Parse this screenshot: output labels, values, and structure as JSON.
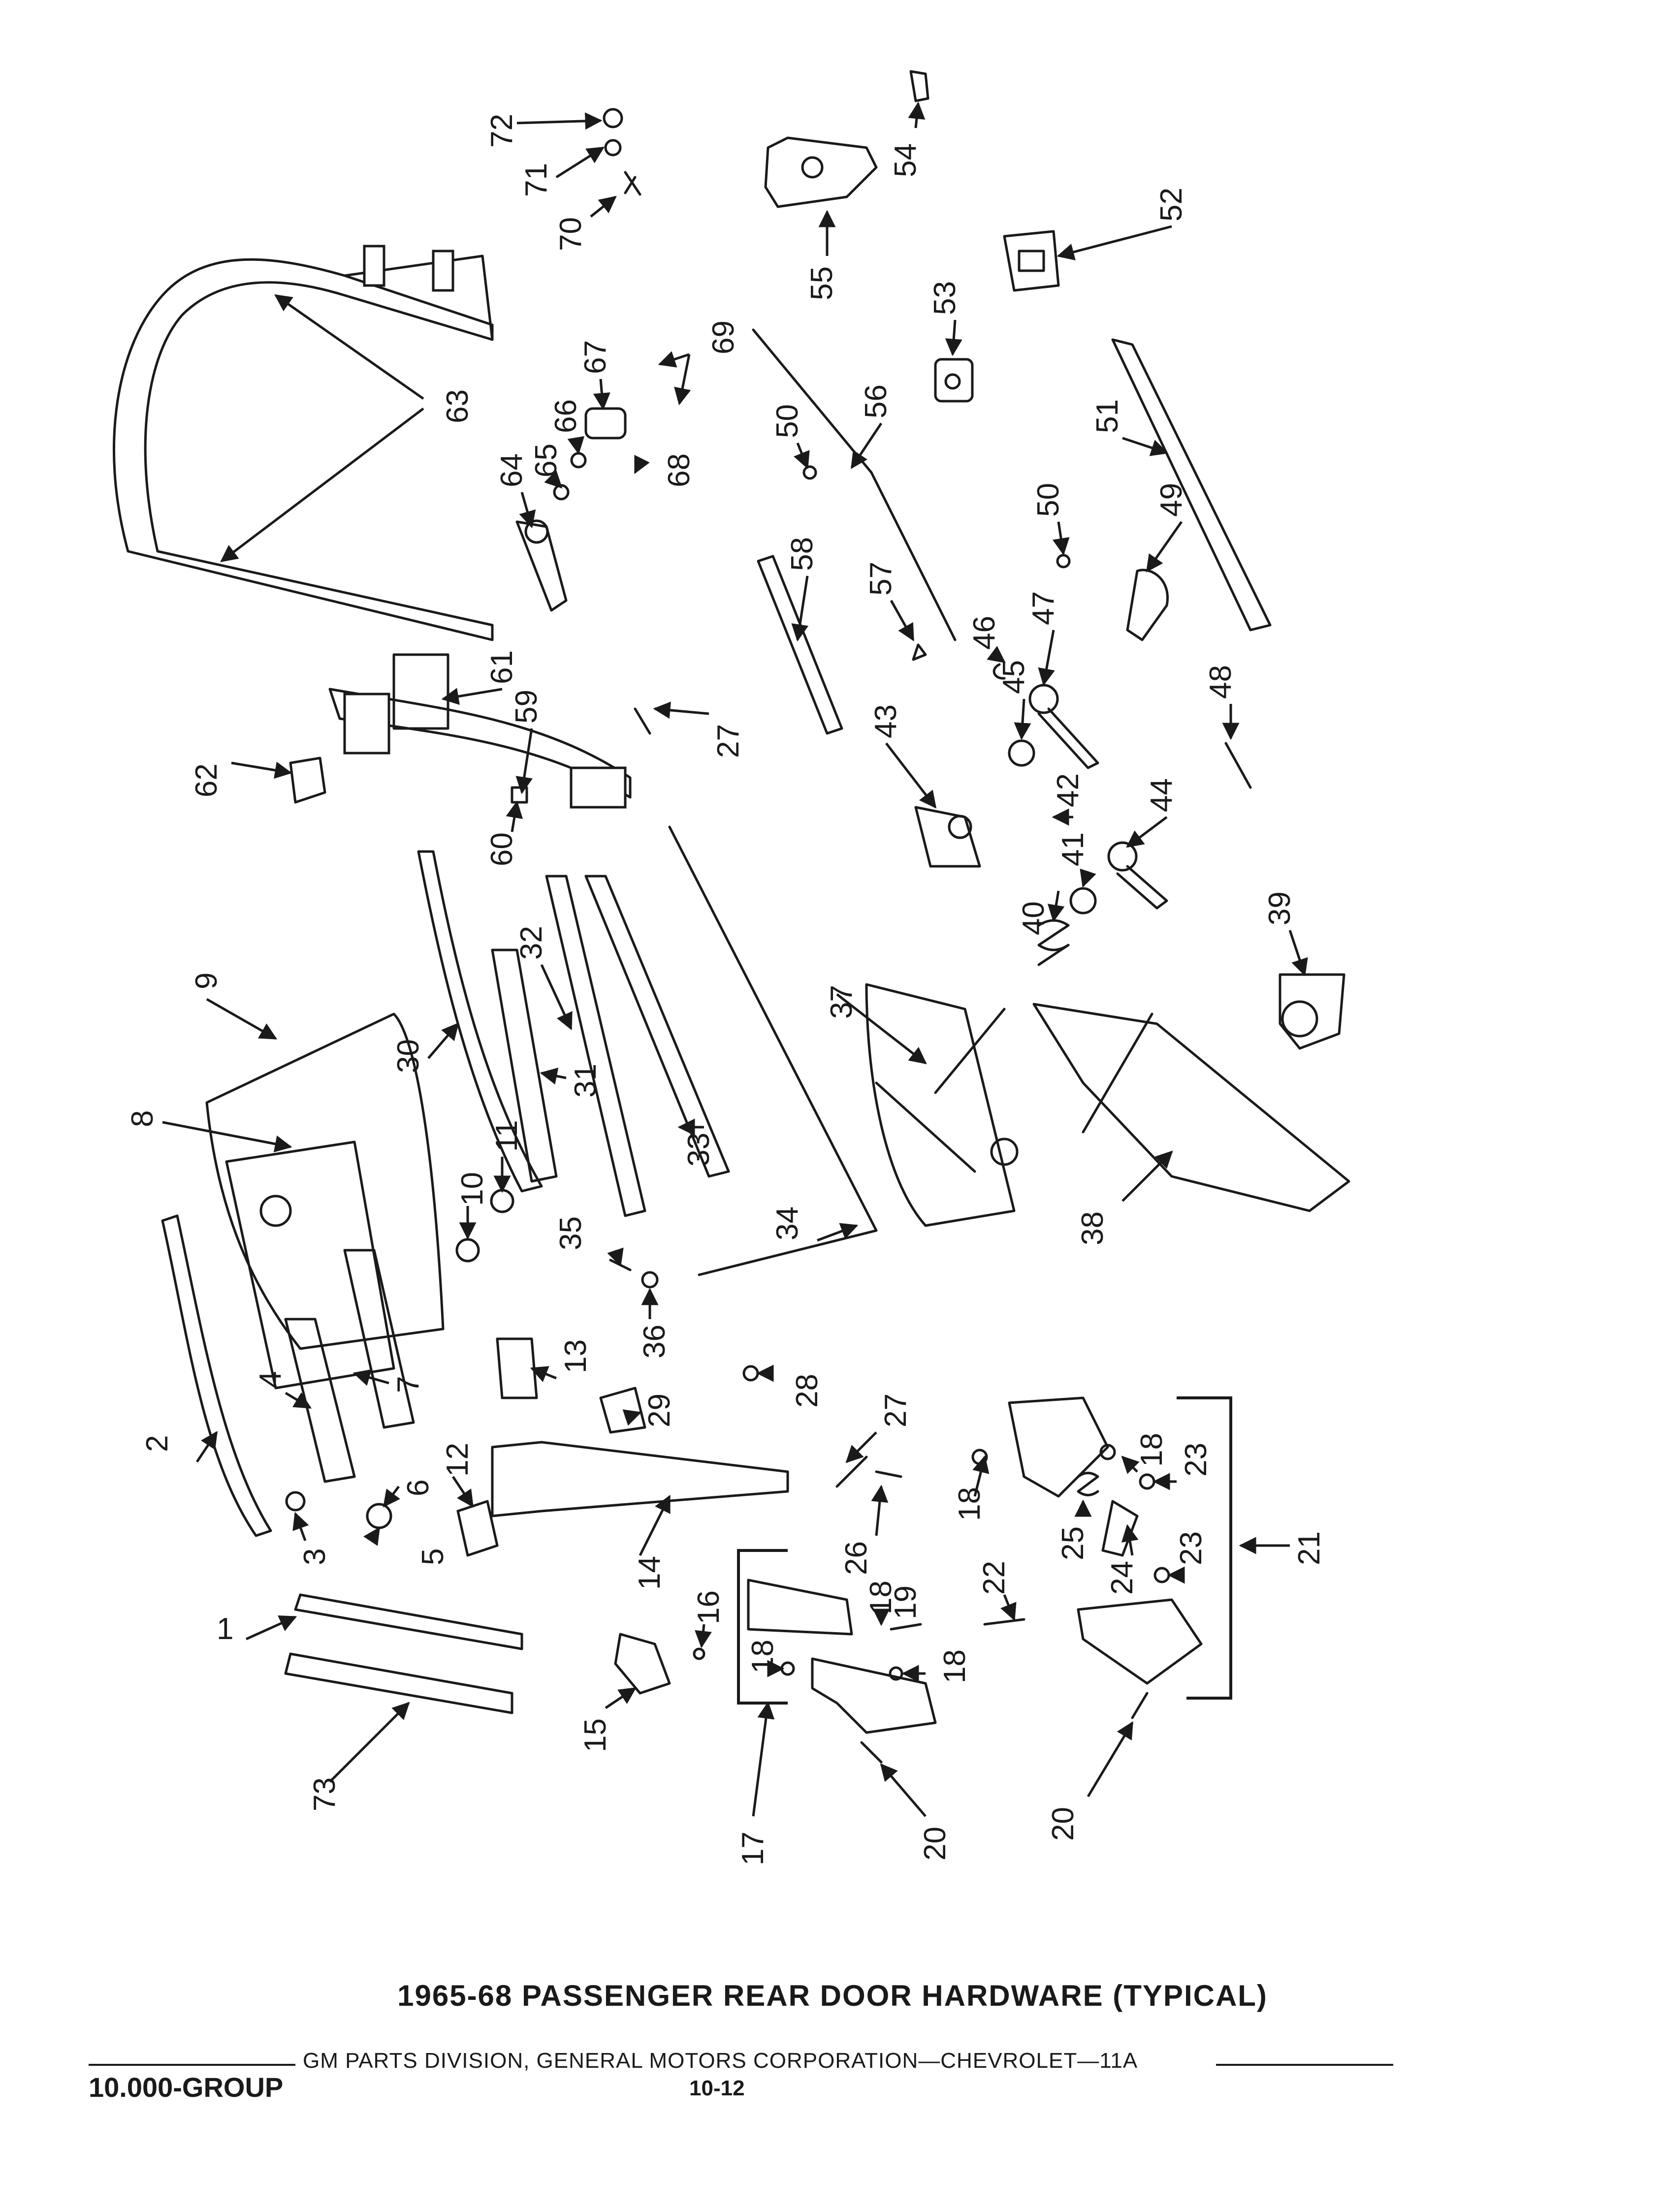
{
  "diagram": {
    "title": "1965-68 PASSENGER REAR DOOR HARDWARE (TYPICAL)",
    "callouts": [
      "1",
      "2",
      "3",
      "4",
      "5",
      "6",
      "7",
      "8",
      "9",
      "10",
      "11",
      "12",
      "13",
      "14",
      "15",
      "16",
      "17",
      "18",
      "18",
      "18",
      "18",
      "18",
      "19",
      "20",
      "20",
      "21",
      "22",
      "23",
      "23",
      "24",
      "25",
      "26",
      "27",
      "27",
      "28",
      "29",
      "30",
      "31",
      "32",
      "33",
      "34",
      "35",
      "36",
      "37",
      "38",
      "39",
      "40",
      "41",
      "42",
      "43",
      "44",
      "45",
      "46",
      "47",
      "48",
      "49",
      "50",
      "50",
      "51",
      "52",
      "53",
      "54",
      "55",
      "56",
      "57",
      "58",
      "59",
      "60",
      "61",
      "62",
      "63",
      "64",
      "65",
      "66",
      "67",
      "68",
      "69",
      "70",
      "71",
      "72",
      "73"
    ]
  },
  "footer": {
    "division": "GM PARTS DIVISION, GENERAL MOTORS CORPORATION—CHEVROLET—11A",
    "group": "10.000-GROUP",
    "page": "10-12"
  }
}
